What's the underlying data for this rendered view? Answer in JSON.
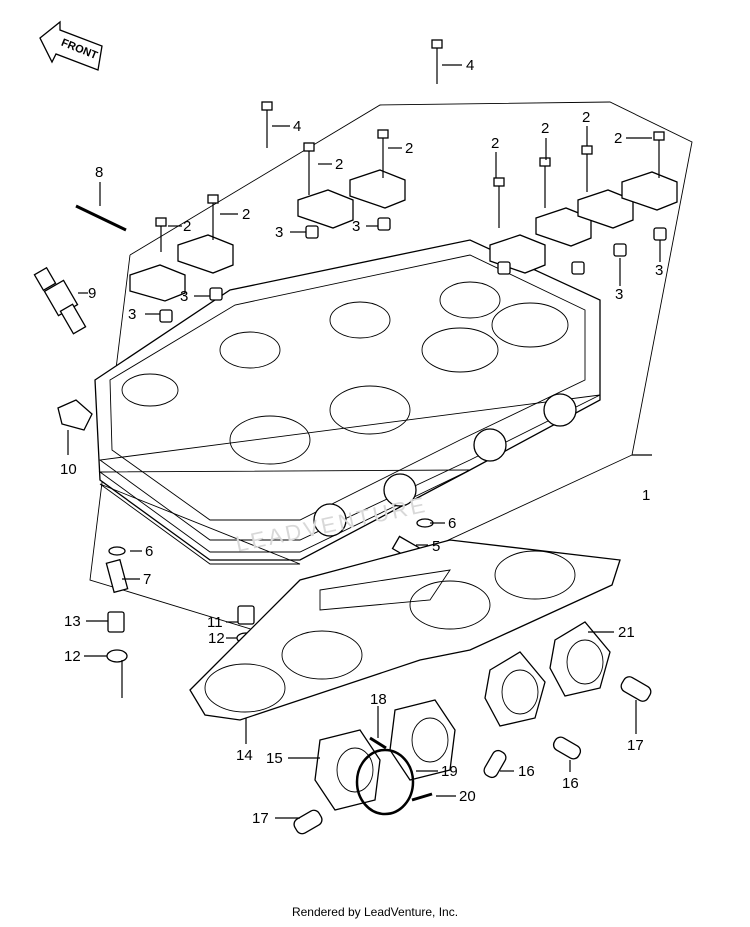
{
  "front_arrow": {
    "text": "FRONT"
  },
  "callouts": [
    {
      "num": "1"
    },
    {
      "num": "2"
    },
    {
      "num": "3"
    },
    {
      "num": "4"
    },
    {
      "num": "5"
    },
    {
      "num": "6"
    },
    {
      "num": "7"
    },
    {
      "num": "8"
    },
    {
      "num": "9"
    },
    {
      "num": "10"
    },
    {
      "num": "11"
    },
    {
      "num": "12"
    },
    {
      "num": "13"
    },
    {
      "num": "14"
    },
    {
      "num": "15"
    },
    {
      "num": "16"
    },
    {
      "num": "17"
    },
    {
      "num": "18"
    },
    {
      "num": "19"
    },
    {
      "num": "20"
    },
    {
      "num": "21"
    }
  ],
  "footer": {
    "text": "Rendered by LeadVenture, Inc."
  },
  "watermark": "LEADVENTURE"
}
